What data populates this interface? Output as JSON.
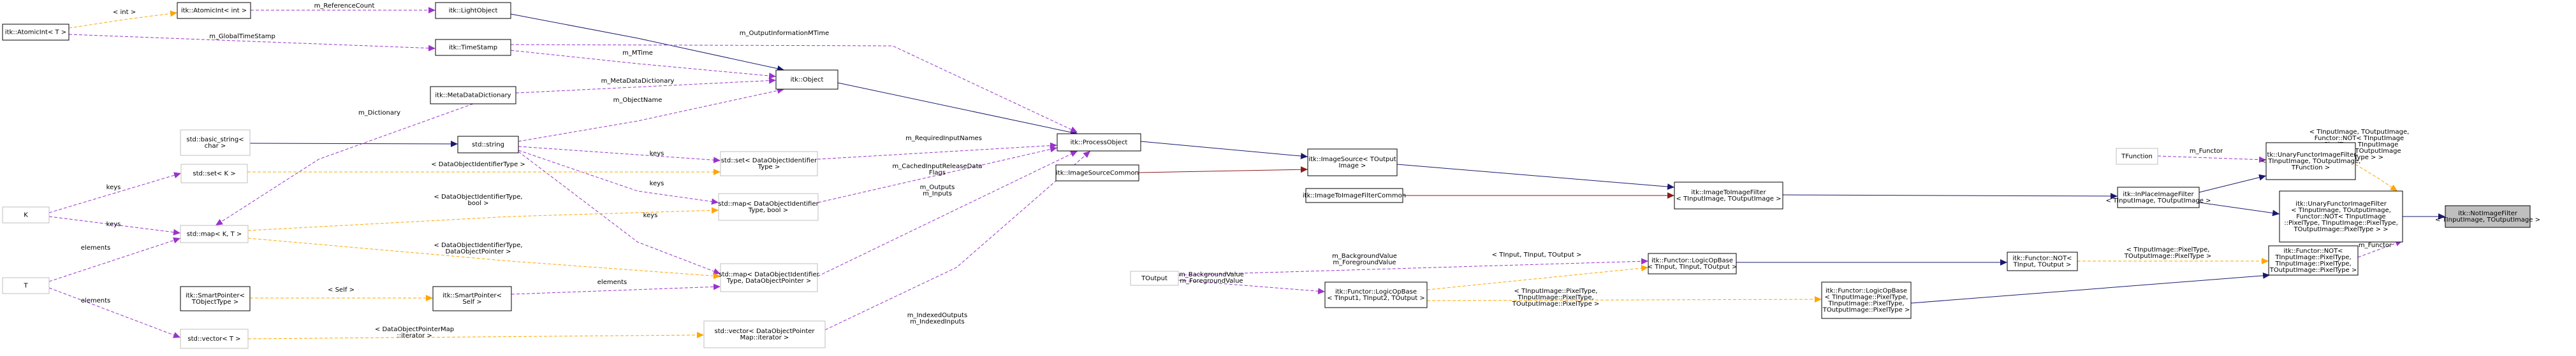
{
  "colors": {
    "inheritance": "#191970",
    "private_inheritance": "#8b1a1a",
    "usage": "#9a32cd",
    "template": "#ffa500",
    "node_border": "#000000",
    "node_border_light": "#bfbfbf",
    "highlight_fill": "#bfbfbf"
  },
  "nodes": [
    {
      "id": "n_itkNotImageFilter",
      "lines": [
        "itk::NotImageFilter",
        "< TInputImage, TOutputImage >"
      ],
      "style": "highlight"
    },
    {
      "id": "n_UnaryFunctorImageFilterNot",
      "lines": [
        "itk::UnaryFunctorImageFilter",
        "< TInputImage, TOutputImage,",
        "Functor::NOT< TInputImage",
        "::PixelType, TInputImage::PixelType,",
        "TOutputImage::PixelType > >"
      ],
      "style": "normal"
    },
    {
      "id": "n_InPlaceImageFilter",
      "lines": [
        "itk::InPlaceImageFilter",
        "< TInputImage, TOutputImage >"
      ],
      "style": "normal"
    },
    {
      "id": "n_UnaryFunctorImageFilter",
      "lines": [
        "itk::UnaryFunctorImageFilter",
        "< TInputImage, TOutputImage,",
        "TFunction >"
      ],
      "style": "normal"
    },
    {
      "id": "n_TFunction",
      "lines": [
        "TFunction"
      ],
      "style": "light"
    },
    {
      "id": "n_FunctorNOTPixel",
      "lines": [
        "itk::Functor::NOT<",
        "TInputImage::PixelType,",
        "TInputImage::PixelType,",
        "TOutputImage::PixelType >"
      ],
      "style": "normal"
    },
    {
      "id": "n_FunctorNOT",
      "lines": [
        "itk::Functor::NOT<",
        "TInput, TOutput >"
      ],
      "style": "normal"
    },
    {
      "id": "n_LogicOpBasePixel",
      "lines": [
        "itk::Functor::LogicOpBase",
        "< TInputImage::PixelType,",
        "TInputImage::PixelType,",
        "TOutputImage::PixelType >"
      ],
      "style": "normal"
    },
    {
      "id": "n_ImageToImageFilter",
      "lines": [
        "itk::ImageToImageFilter",
        "< TInputImage, TOutputImage >"
      ],
      "style": "normal"
    },
    {
      "id": "n_ImageToImageFilterCommon",
      "lines": [
        "itk::ImageToImageFilterCommon"
      ],
      "style": "normal"
    },
    {
      "id": "n_LogicOpBaseT",
      "lines": [
        "itk::Functor::LogicOpBase",
        "< TInput, TInput, TOutput >"
      ],
      "style": "normal"
    },
    {
      "id": "n_LogicOpBase",
      "lines": [
        "itk::Functor::LogicOpBase",
        "< TInput1, TInput2, TOutput >"
      ],
      "style": "normal"
    },
    {
      "id": "n_TOutput",
      "lines": [
        "TOutput"
      ],
      "style": "light"
    },
    {
      "id": "n_ImageSource",
      "lines": [
        "itk::ImageSource< TOutput",
        "Image >"
      ],
      "style": "normal"
    },
    {
      "id": "n_ImageSourceCommon",
      "lines": [
        "itk::ImageSourceCommon"
      ],
      "style": "normal"
    },
    {
      "id": "n_ProcessObject",
      "lines": [
        "itk::ProcessObject"
      ],
      "style": "normal"
    },
    {
      "id": "n_Object",
      "lines": [
        "itk::Object"
      ],
      "style": "normal"
    },
    {
      "id": "n_LightObject",
      "lines": [
        "itk::LightObject"
      ],
      "style": "normal"
    },
    {
      "id": "n_AtomicIntInt",
      "lines": [
        "itk::AtomicInt< int >"
      ],
      "style": "normal"
    },
    {
      "id": "n_AtomicIntT",
      "lines": [
        "itk::AtomicInt< T >"
      ],
      "style": "normal"
    },
    {
      "id": "n_TimeStamp",
      "lines": [
        "itk::TimeStamp"
      ],
      "style": "normal"
    },
    {
      "id": "n_MetaDataDictionary",
      "lines": [
        "itk::MetaDataDictionary"
      ],
      "style": "normal"
    },
    {
      "id": "n_stdString",
      "lines": [
        "std::string"
      ],
      "style": "normal"
    },
    {
      "id": "n_basicString",
      "lines": [
        "std::basic_string<",
        "char >"
      ],
      "style": "light"
    },
    {
      "id": "n_setDOI",
      "lines": [
        "std::set< DataObjectIdentifier",
        "Type >"
      ],
      "style": "light"
    },
    {
      "id": "n_mapDOIbool",
      "lines": [
        "std::map< DataObjectIdentifier",
        "Type, bool >"
      ],
      "style": "light"
    },
    {
      "id": "n_mapDOIptr",
      "lines": [
        "std::map< DataObjectIdentifier",
        "Type, DataObjectPointer >"
      ],
      "style": "light"
    },
    {
      "id": "n_setK",
      "lines": [
        "std::set< K >"
      ],
      "style": "light"
    },
    {
      "id": "n_K",
      "lines": [
        "K"
      ],
      "style": "light"
    },
    {
      "id": "n_mapKT",
      "lines": [
        "std::map< K, T >"
      ],
      "style": "light"
    },
    {
      "id": "n_T",
      "lines": [
        "T"
      ],
      "style": "light"
    },
    {
      "id": "n_SmartPointerSelf",
      "lines": [
        "itk::SmartPointer<",
        "Self >"
      ],
      "style": "normal"
    },
    {
      "id": "n_SmartPointerT",
      "lines": [
        "itk::SmartPointer<",
        "TObjectType >"
      ],
      "style": "normal"
    },
    {
      "id": "n_vectorT",
      "lines": [
        "std::vector< T >"
      ],
      "style": "light"
    },
    {
      "id": "n_vectorDOP",
      "lines": [
        "std::vector< DataObjectPointer",
        "Map::iterator >"
      ],
      "style": "light"
    }
  ],
  "edges": [
    {
      "from": "n_UnaryFunctorImageFilterNot",
      "to": "n_itkNotImageFilter",
      "kind": "inheritance",
      "label": []
    },
    {
      "from": "n_InPlaceImageFilter",
      "to": "n_UnaryFunctorImageFilterNot",
      "kind": "inheritance",
      "label": []
    },
    {
      "from": "n_InPlaceImageFilter",
      "to": "n_UnaryFunctorImageFilter",
      "kind": "inheritance",
      "label": []
    },
    {
      "from": "n_UnaryFunctorImageFilter",
      "to": "n_UnaryFunctorImageFilterNot",
      "kind": "template",
      "label": [
        "< TInputImage, TOutputImage,",
        "Functor::NOT< TInputImage",
        "::PixelType, TInputImage",
        "::PixelType, TOutputImage",
        "::PixelType > >"
      ]
    },
    {
      "from": "n_TFunction",
      "to": "n_UnaryFunctorImageFilter",
      "kind": "usage",
      "label": [
        "m_Functor"
      ]
    },
    {
      "from": "n_FunctorNOTPixel",
      "to": "n_UnaryFunctorImageFilterNot",
      "kind": "usage",
      "label": [
        "m_Functor"
      ]
    },
    {
      "from": "n_LogicOpBasePixel",
      "to": "n_FunctorNOTPixel",
      "kind": "inheritance",
      "label": []
    },
    {
      "from": "n_FunctorNOT",
      "to": "n_FunctorNOTPixel",
      "kind": "template",
      "label": [
        "< TInputImage::PixelType,",
        "TOutputImage::PixelType >"
      ]
    },
    {
      "from": "n_LogicOpBaseT",
      "to": "n_FunctorNOT",
      "kind": "inheritance",
      "label": []
    },
    {
      "from": "n_LogicOpBase",
      "to": "n_LogicOpBaseT",
      "kind": "template",
      "label": [
        "< TInput, TInput, TOutput >"
      ]
    },
    {
      "from": "n_LogicOpBase",
      "to": "n_LogicOpBasePixel",
      "kind": "template",
      "label": [
        "< TInputImage::PixelType,",
        "TInputImage::PixelType,",
        "TOutputImage::PixelType >"
      ]
    },
    {
      "from": "n_TOutput",
      "to": "n_LogicOpBaseT",
      "kind": "usage",
      "label": [
        "m_BackgroundValue",
        "m_ForegroundValue"
      ]
    },
    {
      "from": "n_TOutput",
      "to": "n_LogicOpBase",
      "kind": "usage",
      "label": [
        "m_BackgroundValue",
        "m_ForegroundValue"
      ]
    },
    {
      "from": "n_ImageToImageFilter",
      "to": "n_InPlaceImageFilter",
      "kind": "inheritance",
      "label": []
    },
    {
      "from": "n_ImageToImageFilterCommon",
      "to": "n_ImageToImageFilter",
      "kind": "private_inheritance",
      "label": []
    },
    {
      "from": "n_ImageSource",
      "to": "n_ImageToImageFilter",
      "kind": "inheritance",
      "label": []
    },
    {
      "from": "n_ImageSourceCommon",
      "to": "n_ImageSource",
      "kind": "private_inheritance",
      "label": []
    },
    {
      "from": "n_ProcessObject",
      "to": "n_ImageSource",
      "kind": "inheritance",
      "label": []
    },
    {
      "from": "n_Object",
      "to": "n_ProcessObject",
      "kind": "inheritance",
      "label": []
    },
    {
      "from": "n_LightObject",
      "to": "n_Object",
      "kind": "inheritance",
      "label": []
    },
    {
      "from": "n_AtomicIntInt",
      "to": "n_LightObject",
      "kind": "usage",
      "label": [
        "m_ReferenceCount"
      ]
    },
    {
      "from": "n_AtomicIntT",
      "to": "n_AtomicIntInt",
      "kind": "template",
      "label": [
        "< int >"
      ]
    },
    {
      "from": "n_AtomicIntT",
      "to": "n_TimeStamp",
      "kind": "usage",
      "label": [
        "m_GlobalTimeStamp"
      ]
    },
    {
      "from": "n_TimeStamp",
      "to": "n_Object",
      "kind": "usage",
      "label": [
        "m_MTime"
      ]
    },
    {
      "from": "n_TimeStamp",
      "to": "n_ProcessObject",
      "kind": "usage",
      "label": [
        "m_OutputInformationMTime"
      ]
    },
    {
      "from": "n_MetaDataDictionary",
      "to": "n_Object",
      "kind": "usage",
      "label": [
        "m_MetaDataDictionary"
      ]
    },
    {
      "from": "n_stdString",
      "to": "n_Object",
      "kind": "usage",
      "label": [
        "m_ObjectName"
      ]
    },
    {
      "from": "n_basicString",
      "to": "n_stdString",
      "kind": "inheritance",
      "label": []
    },
    {
      "from": "n_stdString",
      "to": "n_setDOI",
      "kind": "usage",
      "label": [
        "keys"
      ]
    },
    {
      "from": "n_stdString",
      "to": "n_mapDOIbool",
      "kind": "usage",
      "label": [
        "keys"
      ]
    },
    {
      "from": "n_stdString",
      "to": "n_mapDOIptr",
      "kind": "usage",
      "label": [
        "keys"
      ]
    },
    {
      "from": "n_setDOI",
      "to": "n_ProcessObject",
      "kind": "usage",
      "label": [
        "m_RequiredInputNames"
      ]
    },
    {
      "from": "n_mapDOIbool",
      "to": "n_ProcessObject",
      "kind": "usage",
      "label": [
        "m_CachedInputReleaseData",
        "Flags"
      ]
    },
    {
      "from": "n_mapDOIptr",
      "to": "n_ProcessObject",
      "kind": "usage",
      "label": [
        "m_Outputs",
        "m_Inputs"
      ]
    },
    {
      "from": "n_setK",
      "to": "n_setDOI",
      "kind": "template",
      "label": [
        "< DataObjectIdentifierType >"
      ]
    },
    {
      "from": "n_mapKT",
      "to": "n_mapDOIbool",
      "kind": "template",
      "label": [
        "< DataObjectIdentifierType,",
        "bool >"
      ]
    },
    {
      "from": "n_mapKT",
      "to": "n_mapDOIptr",
      "kind": "template",
      "label": [
        "< DataObjectIdentifierType,",
        "DataObjectPointer >"
      ]
    },
    {
      "from": "n_MetaDataDictionary",
      "to": "n_mapKT",
      "kind": "usage",
      "label": [
        "m_Dictionary"
      ]
    },
    {
      "from": "n_K",
      "to": "n_setK",
      "kind": "usage",
      "label": [
        "keys"
      ]
    },
    {
      "from": "n_K",
      "to": "n_mapKT",
      "kind": "usage",
      "label": [
        "keys"
      ]
    },
    {
      "from": "n_T",
      "to": "n_mapKT",
      "kind": "usage",
      "label": [
        "elements"
      ]
    },
    {
      "from": "n_T",
      "to": "n_vectorT",
      "kind": "usage",
      "label": [
        "elements"
      ]
    },
    {
      "from": "n_SmartPointerSelf",
      "to": "n_mapDOIptr",
      "kind": "usage",
      "label": [
        "elements"
      ]
    },
    {
      "from": "n_SmartPointerT",
      "to": "n_SmartPointerSelf",
      "kind": "template",
      "label": [
        "< Self >"
      ]
    },
    {
      "from": "n_vectorT",
      "to": "n_vectorDOP",
      "kind": "template",
      "label": [
        "< DataObjectPointerMap",
        "::iterator >"
      ]
    },
    {
      "from": "n_vectorDOP",
      "to": "n_ProcessObject",
      "kind": "usage",
      "label": [
        "m_IndexedOutputs",
        "m_IndexedInputs"
      ]
    }
  ]
}
